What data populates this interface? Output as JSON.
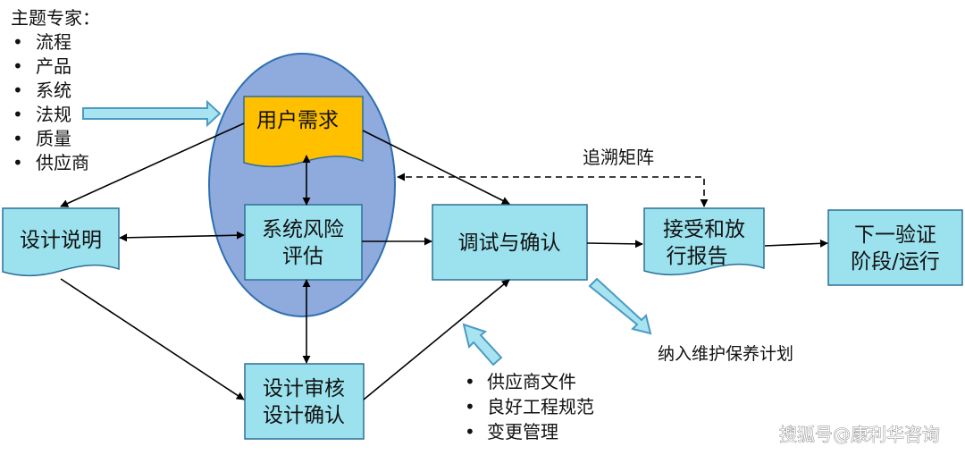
{
  "experts": {
    "title": "主题专家：",
    "items": [
      "流程",
      "产品",
      "系统",
      "法规",
      "质量",
      "供应商"
    ]
  },
  "nodes": {
    "user_requirements": "用户需求",
    "design_spec": "设计说明",
    "risk_assessment": [
      "系统风险",
      "评估"
    ],
    "commissioning": "调试与确认",
    "acceptance_report": [
      "接受和放",
      "行报告"
    ],
    "next_stage": [
      "下一验证",
      "阶段/运行"
    ],
    "design_review": [
      "设计审核",
      "设计确认"
    ]
  },
  "labels": {
    "traceability_matrix": "追溯矩阵",
    "maintenance_plan": "纳入维护保养计划"
  },
  "inputs": {
    "items": [
      "供应商文件",
      "良好工程规范",
      "变更管理"
    ]
  },
  "watermark": "搜狐号@康利华咨询",
  "colors": {
    "box_fill": "#9BE2EE",
    "box_border": "#2E6F99",
    "ellipse_fill": "#8FAADC",
    "ellipse_border": "#2F6FB2",
    "user_req_fill": "#FFC000",
    "arrow": "#000000",
    "hollow_arrow_fill": "#A8E4F0",
    "hollow_arrow_border": "#4A9AC4"
  }
}
